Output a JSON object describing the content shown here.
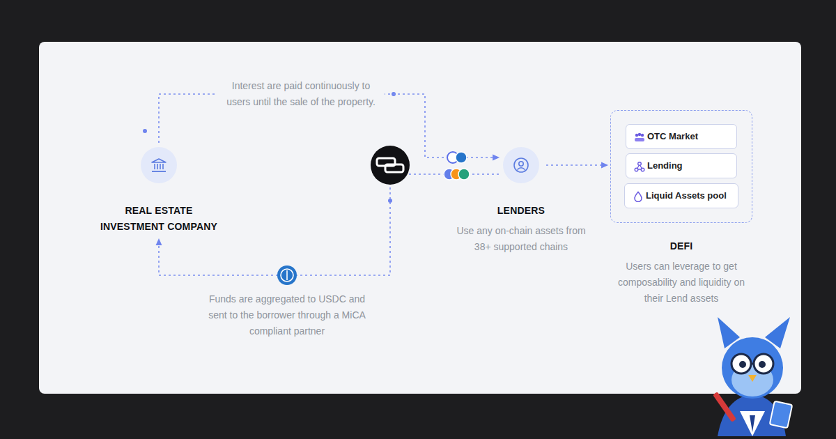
{
  "diagram": {
    "nodes": [
      {
        "text": [
          "REAL ESTATE INVESTMENT COMPANY"
        ]
      },
      {
        "text": [
          "LENDERS",
          "Use any on-chain assets from 38+ supported chains"
        ]
      },
      {
        "text": [
          "DEFI",
          "Users can leverage to get composability and liquidity on their Lend assets"
        ]
      },
      {
        "text": [
          "OTC Market"
        ],
        "in": 2
      },
      {
        "text": [
          "Lending"
        ],
        "in": 2
      },
      {
        "text": [
          "Liquid Assets pool"
        ],
        "in": 2
      }
    ],
    "edges": [
      {
        "from": 0,
        "to": 1,
        "arrow": "to",
        "label": "Interest are paid continuously to users until the sale of the property."
      },
      {
        "from": 1,
        "to": 0,
        "arrow": "to",
        "label": "Funds are aggregated to USDC and sent to the borrower through a MiCA compliant partner"
      },
      {
        "from": 1,
        "to": 2,
        "arrow": "to"
      }
    ]
  }
}
